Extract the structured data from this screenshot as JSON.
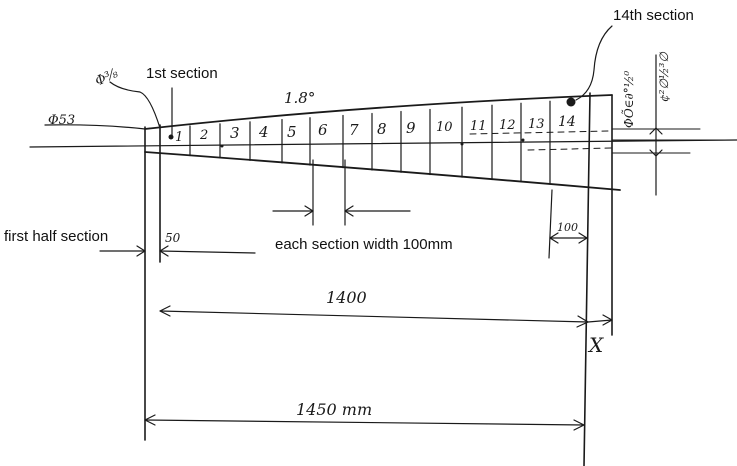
{
  "annotations": {
    "section_14": "14th section",
    "section_1": "1st section",
    "first_half": "first half section",
    "section_width": "each section width 100mm"
  },
  "handwriting": {
    "dia_left_top": "Φ⅜",
    "dia_left": "Φ53",
    "taper": "1.8°",
    "dia_right_1": "ΦÕ∈∂°½⁰",
    "dia_right_2": "¢²∅½³∅",
    "dim_50": "50",
    "dim_100": "100",
    "dim_1400": "1400",
    "dim_x": "X",
    "dim_1450": "1450 mm"
  },
  "sections": [
    "1",
    "2",
    "3",
    "4",
    "5",
    "6",
    "7",
    "8",
    "9",
    "10",
    "11",
    "12",
    "13",
    "14"
  ],
  "colors": {
    "ink": "#1a1a1a",
    "paper": "#ffffff"
  }
}
